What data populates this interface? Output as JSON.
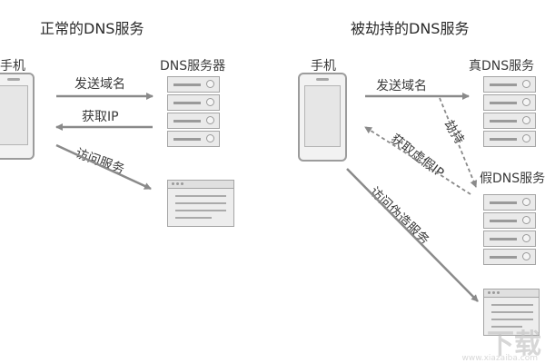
{
  "normal": {
    "title": "正常的DNS服务",
    "phone_label": "手机",
    "server_label": "DNS服务器",
    "arrow_send": "发送域名",
    "arrow_return_ip": "获取IP",
    "arrow_visit": "访问服务"
  },
  "hijacked": {
    "title": "被劫持的DNS服务",
    "phone_label": "手机",
    "real_server_label": "真DNS服务",
    "fake_server_label": "假DNS服务",
    "arrow_send": "发送域名",
    "arrow_hijack": "劫持",
    "arrow_fake_ip": "获取虚假IP",
    "arrow_visit_fake": "访问伪造服务"
  },
  "watermark": {
    "logo_text": "下载",
    "url": "www.xiazaiba.com"
  },
  "colors": {
    "arrow": "#8a8a8a",
    "device_fill": "#eaeaea",
    "device_stroke": "#a4a4a4"
  }
}
